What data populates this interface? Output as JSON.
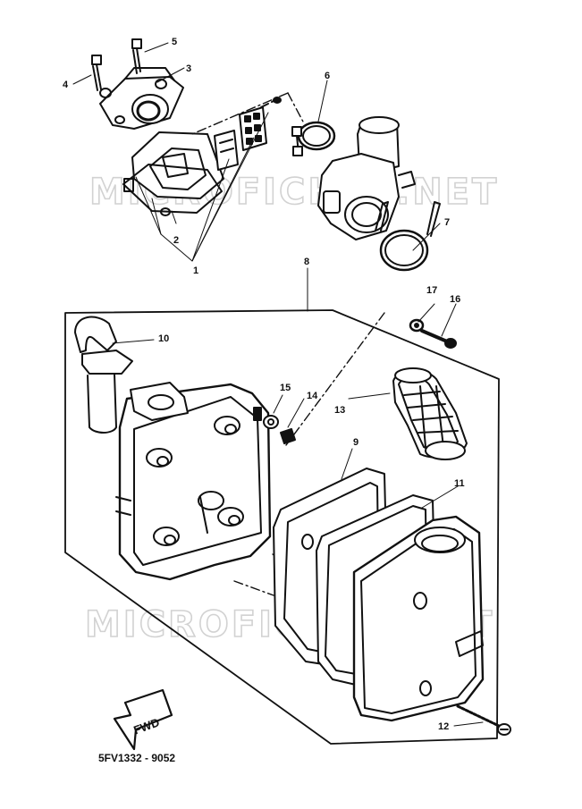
{
  "diagram": {
    "drawing_code": "5FV1332 - 9052",
    "direction_label": "FWD",
    "watermark": "MICROFICHES.NET",
    "callouts": [
      {
        "id": "1",
        "label": "1"
      },
      {
        "id": "2",
        "label": "2"
      },
      {
        "id": "3",
        "label": "3"
      },
      {
        "id": "4",
        "label": "4"
      },
      {
        "id": "5",
        "label": "5"
      },
      {
        "id": "6",
        "label": "6"
      },
      {
        "id": "7",
        "label": "7"
      },
      {
        "id": "8",
        "label": "8"
      },
      {
        "id": "9",
        "label": "9"
      },
      {
        "id": "10",
        "label": "10"
      },
      {
        "id": "11",
        "label": "11"
      },
      {
        "id": "12",
        "label": "12"
      },
      {
        "id": "13",
        "label": "13"
      },
      {
        "id": "14",
        "label": "14"
      },
      {
        "id": "15",
        "label": "15"
      },
      {
        "id": "16",
        "label": "16"
      },
      {
        "id": "17",
        "label": "17"
      }
    ]
  }
}
